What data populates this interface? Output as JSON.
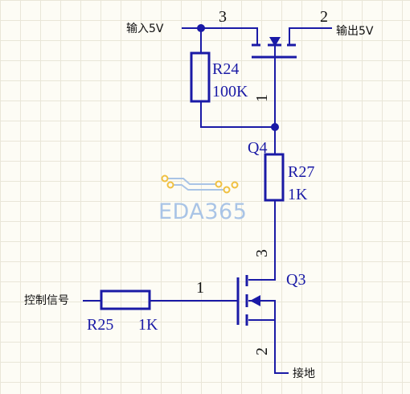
{
  "labels": {
    "input_5v": "输入5V",
    "output_5v": "输出5V",
    "control_signal": "控制信号",
    "ground": "接地"
  },
  "components": {
    "r24": {
      "ref": "R24",
      "value": "100K"
    },
    "r27": {
      "ref": "R27",
      "value": "1K"
    },
    "r25": {
      "ref": "R25",
      "value": "1K"
    },
    "q4": {
      "ref": "Q4",
      "pin_source": "3",
      "pin_drain": "2",
      "pin_gate": "1"
    },
    "q3": {
      "ref": "Q3",
      "pin_drain": "3",
      "pin_gate": "1",
      "pin_source": "2"
    }
  },
  "watermark": {
    "text": "EDA365"
  },
  "colors": {
    "wire": "#1a1aa6",
    "grid": "#e9e6d8",
    "background": "#fdfcf5",
    "logo": "#a9c4e6",
    "logo_pcb": "#f0c040"
  }
}
